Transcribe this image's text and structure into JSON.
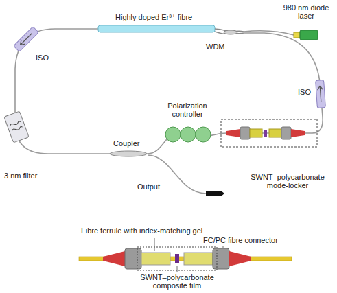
{
  "diagram": {
    "labels": [
      "980 nm diode laser",
      "Highly doped Er³⁺ fibre",
      "WDM",
      "ISO",
      "ISO",
      "3 nm filter",
      "Coupler",
      "Polarization controller",
      "Output",
      "SWNT–polycarbonate mode-locker",
      "Fibre ferrule with index-matching gel",
      "FC/PC fibre connector",
      "SWNT–polycarbonate composite film"
    ]
  }
}
